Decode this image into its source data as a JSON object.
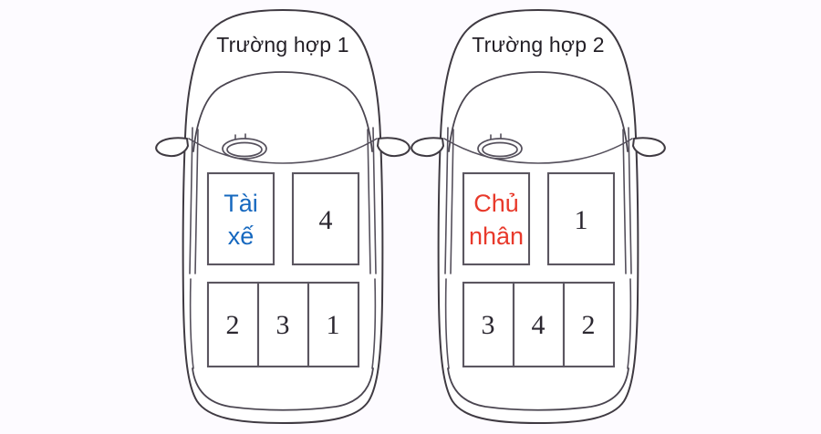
{
  "background_color": "#fdfbff",
  "diagram": {
    "kind": "car-seat-priority-diagram",
    "cars": [
      {
        "id": "car-1",
        "title": "Trường hợp 1",
        "driver_label": {
          "line1": "Tài",
          "line2": "xế",
          "full": "Tài xế",
          "color": "#1668bf"
        },
        "front_passenger_seat": "4",
        "rear_seats": [
          "2",
          "3",
          "1"
        ]
      },
      {
        "id": "car-2",
        "title": "Trường hợp 2",
        "driver_label": {
          "line1": "Chủ",
          "line2": "nhân",
          "full": "Chủ nhân",
          "color": "#e8392b"
        },
        "front_passenger_seat": "1",
        "rear_seats": [
          "3",
          "4",
          "2"
        ]
      }
    ],
    "parts": {
      "steering_wheel": "steering-wheel",
      "wiper": "windshield-wiper",
      "mirror_left": "left-side-mirror",
      "mirror_right": "right-side-mirror",
      "hood": "car-hood",
      "trunk": "car-trunk",
      "outline": "car-body-outline"
    },
    "colors": {
      "outline": "#3f3a42",
      "detail": "#55505c",
      "seat_border": "#5b5660",
      "number": "#2b2730",
      "title": "#231f26",
      "driver_blue": "#1668bf",
      "owner_red": "#e8392b"
    }
  }
}
